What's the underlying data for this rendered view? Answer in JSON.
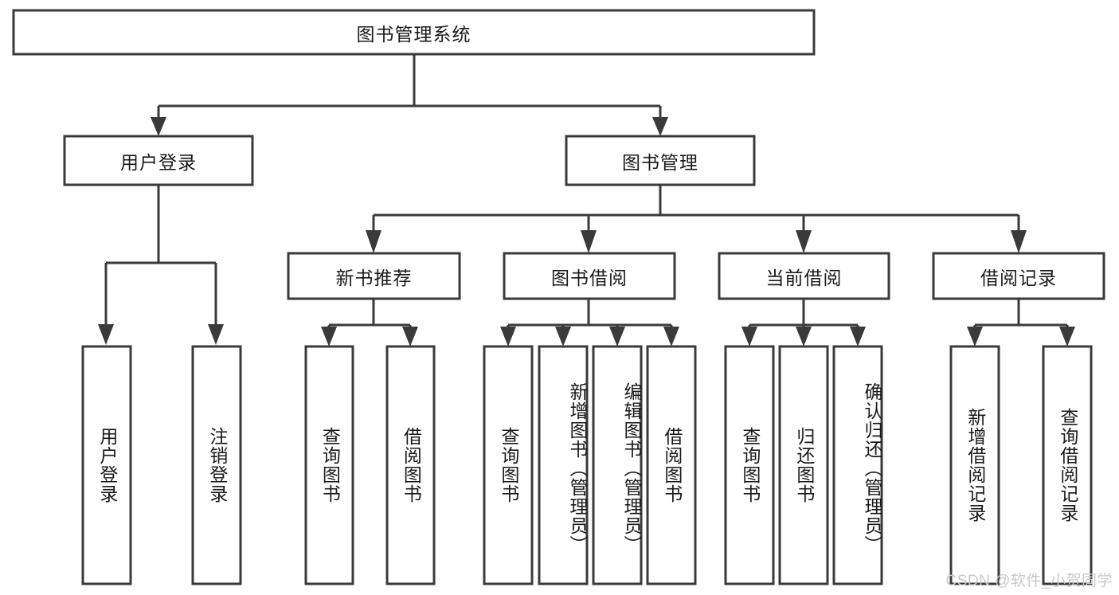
{
  "diagram": {
    "type": "tree-hierarchy",
    "title": "图书管理系统",
    "watermark": "CSDN @软件_小贺同学",
    "colors": {
      "box_stroke": "#3a3a3a",
      "box_fill": "#ffffff",
      "connector": "#3a3a3a",
      "text": "#1a1a1a",
      "watermark": "#c9c9c9",
      "background": "#ffffff"
    },
    "levels": {
      "root": {
        "label": "图书管理系统",
        "orientation": "horizontal"
      },
      "level2": [
        {
          "label": "用户登录",
          "orientation": "horizontal"
        },
        {
          "label": "图书管理",
          "orientation": "horizontal"
        }
      ],
      "level3": [
        {
          "label": "新书推荐",
          "orientation": "horizontal",
          "parent": "图书管理"
        },
        {
          "label": "图书借阅",
          "orientation": "horizontal",
          "parent": "图书管理"
        },
        {
          "label": "当前借阅",
          "orientation": "horizontal",
          "parent": "图书管理"
        },
        {
          "label": "借阅记录",
          "orientation": "horizontal",
          "parent": "图书管理"
        }
      ],
      "leaves": [
        {
          "label": "用户登录",
          "orientation": "vertical",
          "parent": "用户登录",
          "align": "center"
        },
        {
          "label": "注销登录",
          "orientation": "vertical",
          "parent": "用户登录",
          "align": "center"
        },
        {
          "label": "查询图书",
          "orientation": "vertical",
          "parent": "新书推荐",
          "align": "center"
        },
        {
          "label": "借阅图书",
          "orientation": "vertical",
          "parent": "新书推荐",
          "align": "center"
        },
        {
          "label": "查询图书",
          "orientation": "vertical",
          "parent": "图书借阅",
          "align": "center"
        },
        {
          "label": "新增图书（管理员）",
          "orientation": "vertical",
          "parent": "图书借阅",
          "align": "top"
        },
        {
          "label": "编辑图书（管理员）",
          "orientation": "vertical",
          "parent": "图书借阅",
          "align": "top"
        },
        {
          "label": "借阅图书",
          "orientation": "vertical",
          "parent": "图书借阅",
          "align": "center"
        },
        {
          "label": "查询图书",
          "orientation": "vertical",
          "parent": "当前借阅",
          "align": "center"
        },
        {
          "label": "归还图书",
          "orientation": "vertical",
          "parent": "当前借阅",
          "align": "center"
        },
        {
          "label": "确认归还（管理员）",
          "orientation": "vertical",
          "parent": "当前借阅",
          "align": "top"
        },
        {
          "label": "新增借阅记录",
          "orientation": "vertical",
          "parent": "借阅记录",
          "align": "center"
        },
        {
          "label": "查询借阅记录",
          "orientation": "vertical",
          "parent": "借阅记录",
          "align": "center"
        }
      ]
    }
  }
}
